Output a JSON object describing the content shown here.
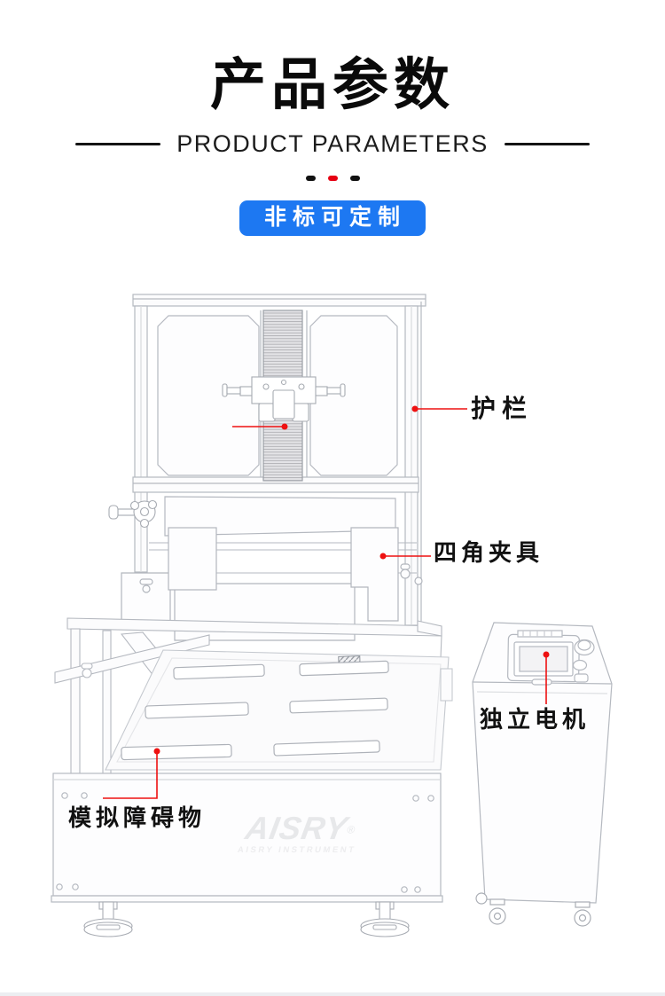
{
  "header": {
    "title": "产品参数",
    "subtitle": "PRODUCT PARAMETERS",
    "divider_dot_colors": [
      "#111111",
      "#e60012",
      "#111111"
    ]
  },
  "badge": {
    "label": "非标可定制",
    "bg_color": "#1d78f2",
    "text_color": "#ffffff"
  },
  "diagram": {
    "callout_color": "#ee1111",
    "callouts": [
      {
        "id": "guard-rail",
        "label": "护栏"
      },
      {
        "id": "four-corner-clamp",
        "label": "四角夹具"
      },
      {
        "id": "independent-motor",
        "label": "独立电机"
      },
      {
        "id": "simulated-obstacle",
        "label": "模拟障碍物"
      }
    ],
    "watermark": {
      "brand": "AISRY",
      "reg": "®",
      "sub": "AISRY INSTRUMENT"
    }
  },
  "footer": {
    "strip_color": "#eceef1"
  }
}
